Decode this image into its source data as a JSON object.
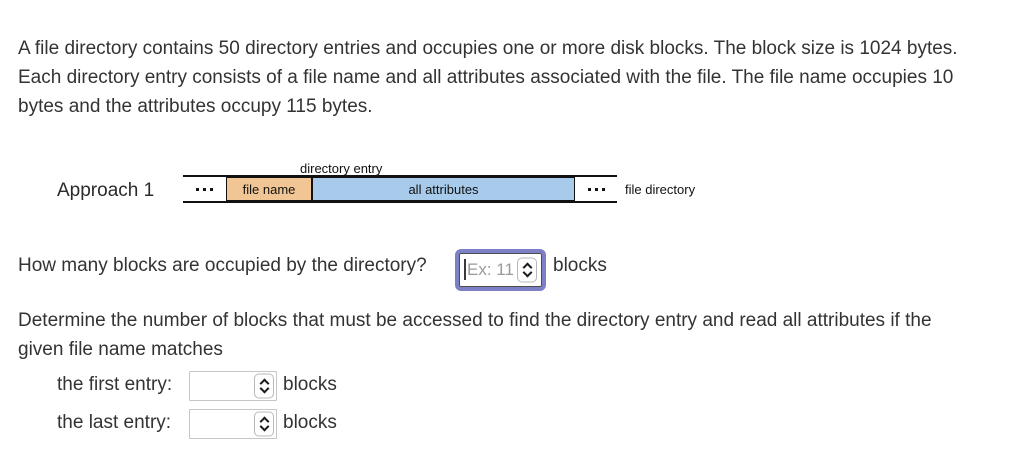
{
  "problem": {
    "lines": [
      "A file directory contains 50 directory entries and occupies one or more disk blocks. The block size is 1024 bytes.",
      "Each directory entry consists of a file name and all attributes associated with the file. The file name occupies 10",
      "bytes and the attributes occupy 115 bytes."
    ]
  },
  "diagram": {
    "approach_label": "Approach 1",
    "entry_label": "directory entry",
    "file_name_label": "file name",
    "attributes_label": "all attributes",
    "directory_label": "file directory",
    "colors": {
      "file_name_bg": "#F2C694",
      "attributes_bg": "#A8CBEC",
      "border": "#111111"
    },
    "icons": {
      "left_ellipsis": "three-dots",
      "right_ellipsis": "three-dots"
    }
  },
  "question1": {
    "text": "How many blocks are occupied by the directory?",
    "input_value": "",
    "input_placeholder": "Ex: 11",
    "unit": "blocks",
    "focus_outline_color": "#7E80C6",
    "icons": {
      "spinner": "up-down-chevrons",
      "caret": "text-cursor"
    }
  },
  "question2": {
    "lines": [
      "Determine the number of blocks that must be accessed to find the directory entry and read all attributes if the",
      "given file name matches"
    ],
    "rows": [
      {
        "label": "the first entry:",
        "value": "",
        "unit": "blocks"
      },
      {
        "label": "the last entry:",
        "value": "",
        "unit": "blocks"
      }
    ]
  },
  "colors": {
    "text": "#333333",
    "background": "#ffffff"
  }
}
